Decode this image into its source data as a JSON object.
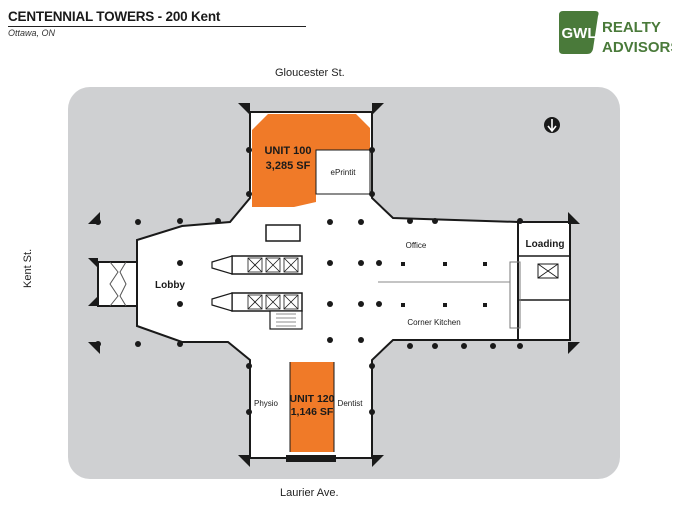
{
  "header": {
    "title": "CENTENNIAL TOWERS - 200 Kent",
    "subtitle": "Ottawa, ON"
  },
  "logo": {
    "badge": "GWL",
    "line1": "REALTY",
    "line2": "ADVISORS",
    "color": "#4a7a3a"
  },
  "streets": {
    "north": "Gloucester St.",
    "south": "Laurier Ave.",
    "west": "Kent St."
  },
  "units": [
    {
      "name": "UNIT 100",
      "area": "3,285 SF"
    },
    {
      "name": "UNIT 120",
      "area": "1,146 SF"
    }
  ],
  "rooms": {
    "eprintit": "ePrintit",
    "lobby": "Lobby",
    "office": "Office",
    "corner_kitchen": "Corner Kitchen",
    "loading": "Loading",
    "physio": "Physio",
    "dentist": "Dentist"
  },
  "colors": {
    "unit_fill": "#f07a28",
    "site_fill": "#cfd0d2",
    "wall": "#1a1a1a"
  },
  "north_icon": "north-arrow-icon"
}
